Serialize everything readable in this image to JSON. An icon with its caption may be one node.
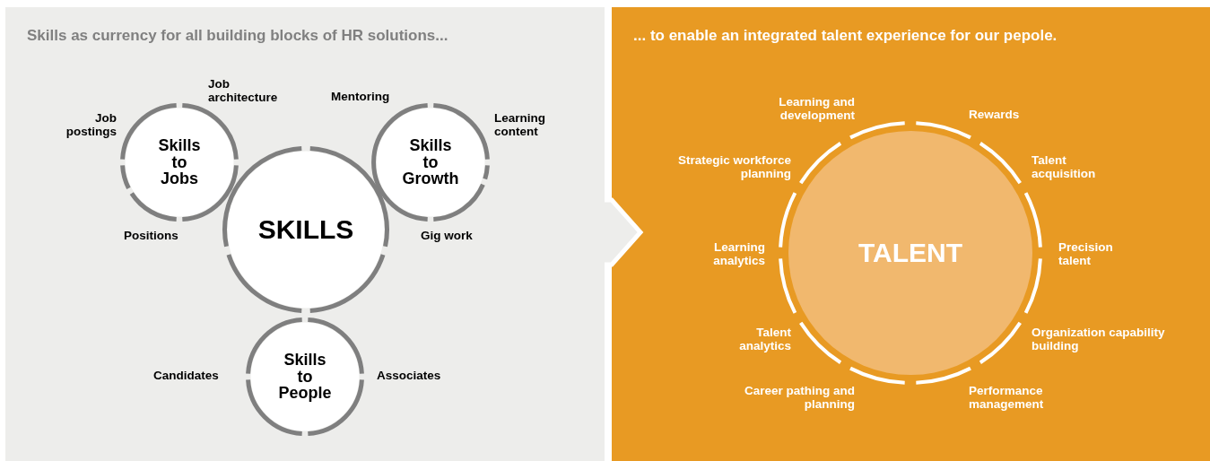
{
  "diagram": {
    "nodes": [
      {
        "text": [
          "Skills as currency for all building blocks of HR solutions..."
        ]
      },
      {
        "text": [
          "... to enable an integrated talent experience for our pepole."
        ]
      },
      {
        "text": [
          "Skills to Jobs"
        ],
        "in": 0
      },
      {
        "text": [
          "Skills to Growth"
        ],
        "in": 0
      },
      {
        "text": [
          "SKILLS"
        ],
        "in": 0
      },
      {
        "text": [
          "Skills to People"
        ],
        "in": 0
      },
      {
        "text": [
          "TALENT"
        ],
        "in": 1
      }
    ],
    "edges": [
      {
        "from": 0,
        "to": 1,
        "arrow": "to"
      }
    ],
    "labels": [
      "Job architecture",
      "Mentoring",
      "Job postings",
      "Learning content",
      "Positions",
      "Gig work",
      "Candidates",
      "Associates",
      "Learning and development",
      "Rewards",
      "Strategic workforce planning",
      "Talent acquisition",
      "Learning analytics",
      "Precision talent",
      "Talent analytics",
      "Organization capability building",
      "Career pathing and planning",
      "Performance management"
    ]
  }
}
